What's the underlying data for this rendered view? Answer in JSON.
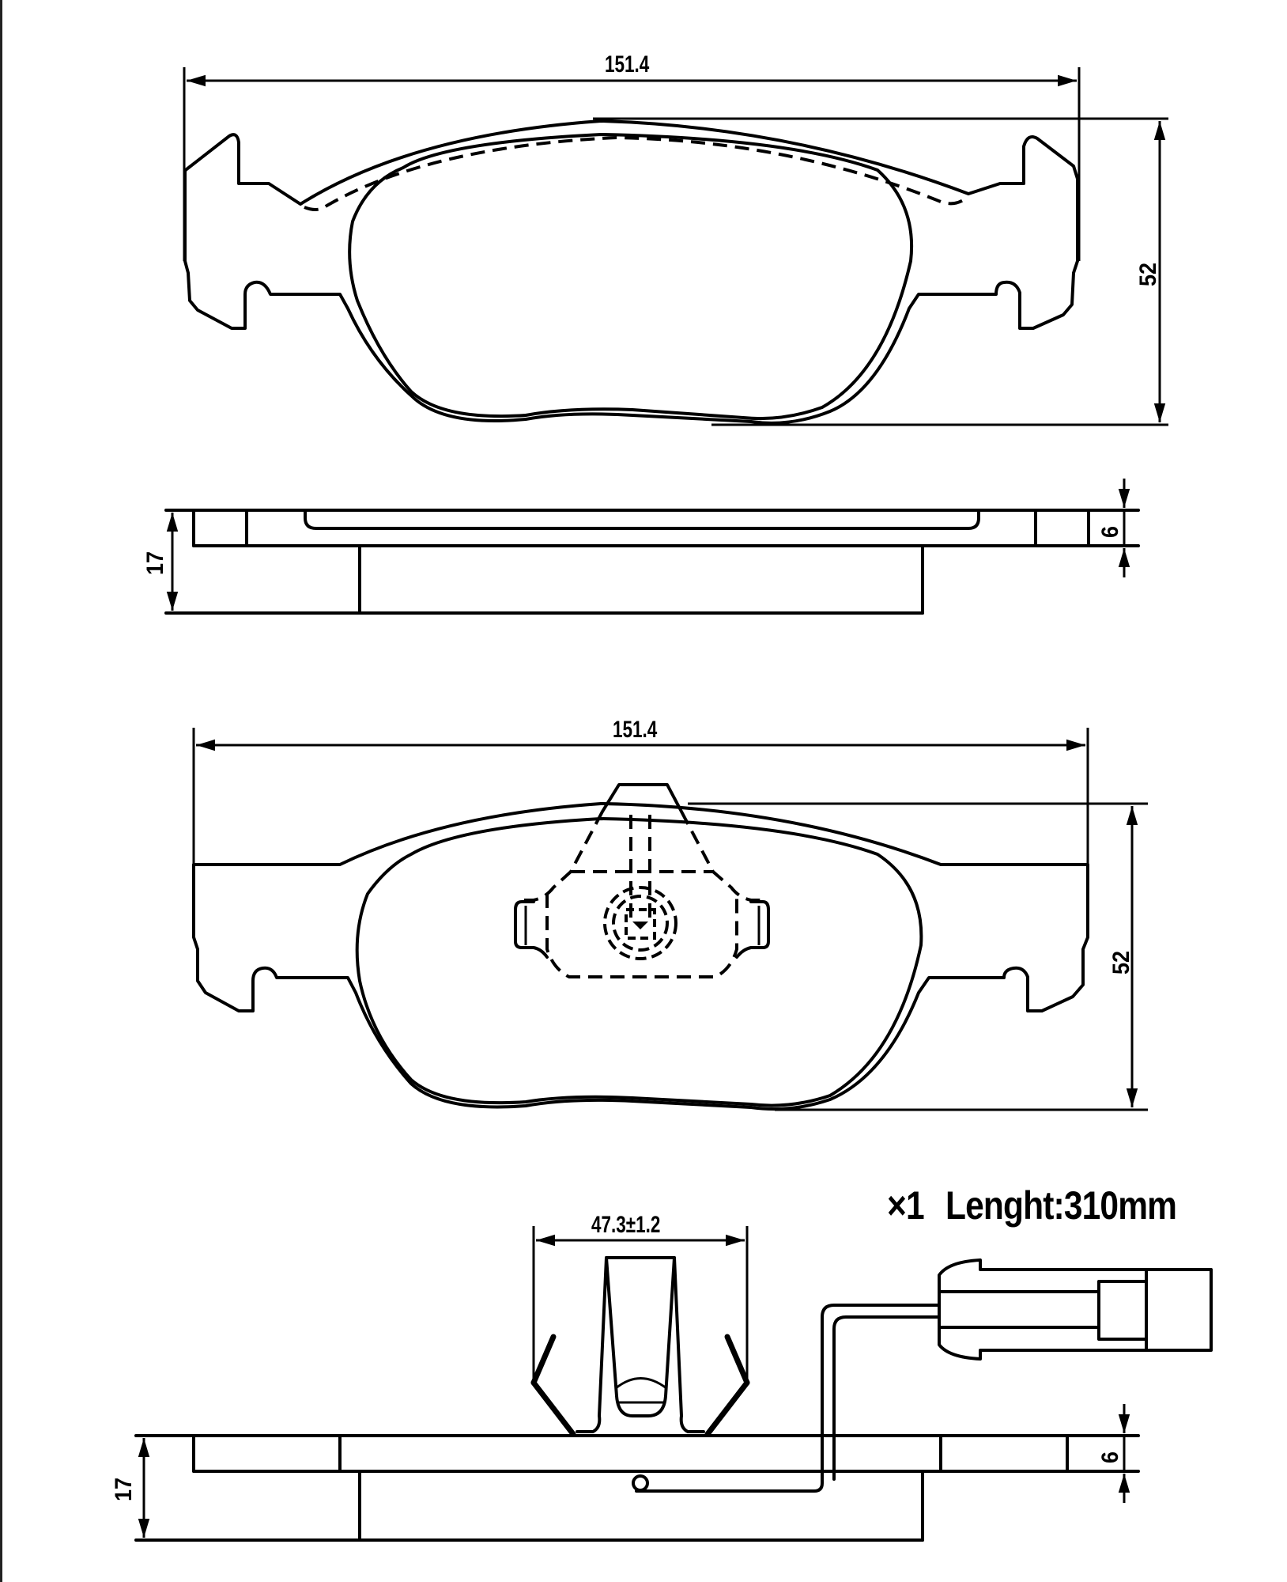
{
  "drawing": {
    "title": "Brake pad technical drawing",
    "stroke_color": "#000000",
    "background": "#ffffff",
    "views": [
      {
        "id": "pad-1-front",
        "width_label": "151.4",
        "height_label": "52"
      },
      {
        "id": "pad-1-side",
        "thickness_total_label": "17",
        "backplate_label": "6"
      },
      {
        "id": "pad-2-front",
        "width_label": "151.4",
        "height_label": "52"
      },
      {
        "id": "pad-2-side",
        "thickness_total_label": "17",
        "backplate_label": "6",
        "clip_width_label": "47.3±1.2"
      }
    ],
    "wear_sensor": {
      "quantity_label": "×1",
      "length_label": "Lenght:310mm"
    }
  }
}
